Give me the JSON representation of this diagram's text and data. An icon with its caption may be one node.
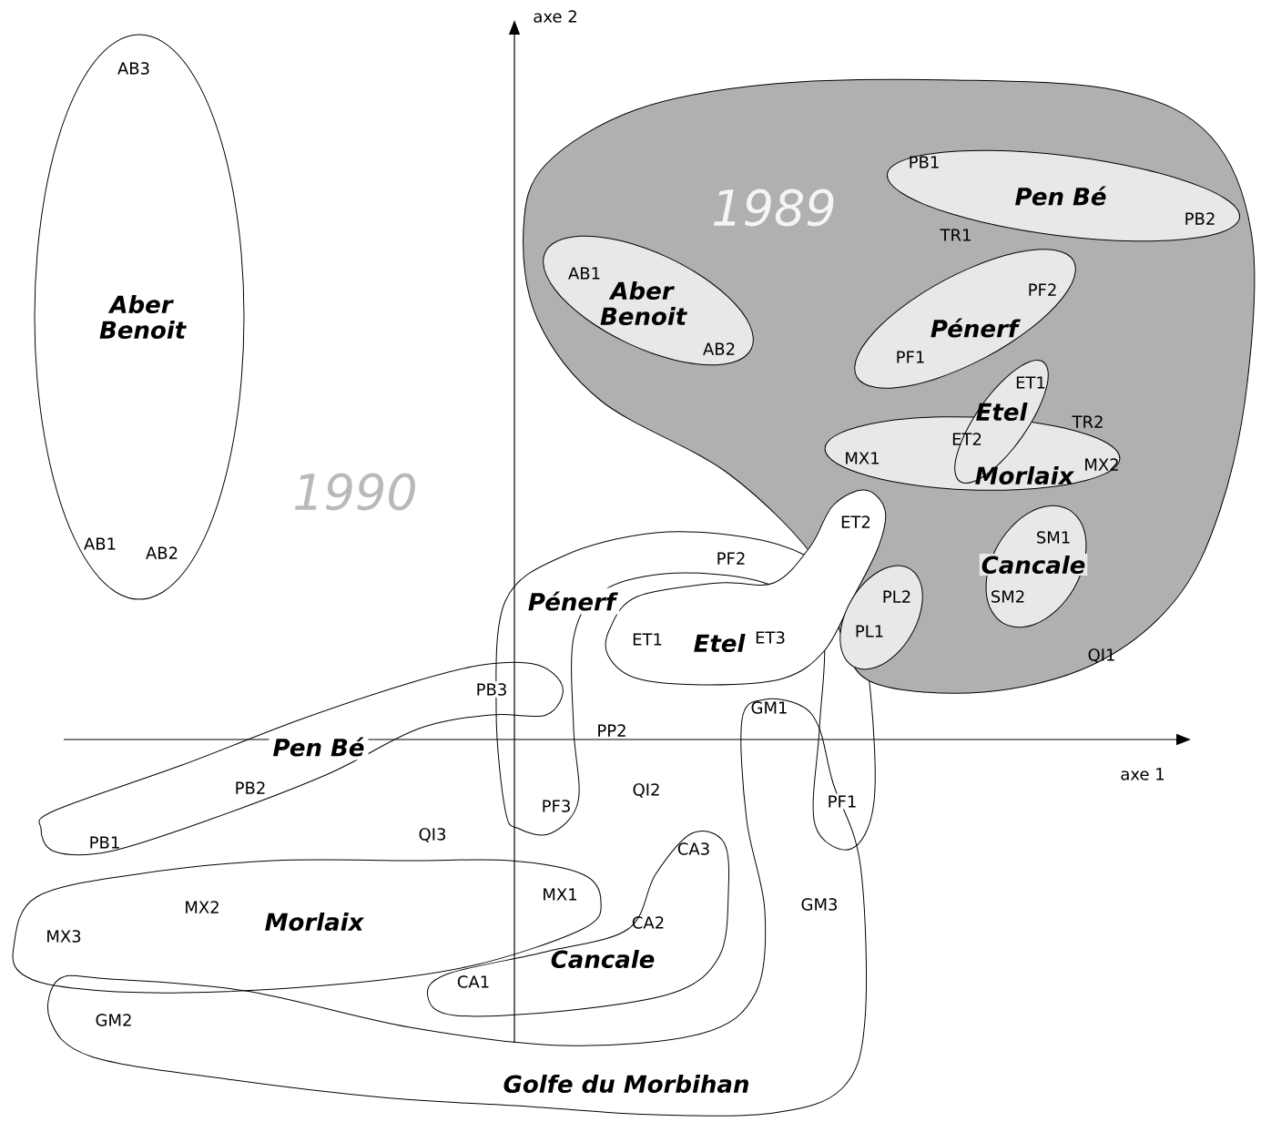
{
  "diagram": {
    "nodes": [
      {
        "text": [
          "1989",
          "TR1",
          "TR2",
          "QI1"
        ]
      },
      {
        "text": [
          "PB1",
          "Pen Bé",
          "PB2"
        ],
        "in": 0
      },
      {
        "text": [
          "AB1",
          "Aber Benoit",
          "AB2"
        ],
        "in": 0
      },
      {
        "text": [
          "PF2",
          "Pénerf",
          "PF1"
        ],
        "in": 0
      },
      {
        "text": [
          "ET1",
          "Etel",
          "ET2"
        ],
        "in": 0
      },
      {
        "text": [
          "MX1",
          "MX2",
          "Morlaix"
        ],
        "in": 0
      },
      {
        "text": [
          "SM1",
          "Cancale",
          "SM2"
        ],
        "in": 0
      },
      {
        "text": [
          "PL2",
          "PL1"
        ],
        "in": 0
      },
      {
        "text": [
          "AB3",
          "Aber Benoit",
          "AB1",
          "AB2"
        ]
      },
      {
        "text": [
          "PF2",
          "Pénerf",
          "PF3",
          "PF1"
        ]
      },
      {
        "text": [
          "ET2",
          "ET1",
          "Etel",
          "ET3"
        ]
      },
      {
        "text": [
          "PB3",
          "Pen Bé",
          "PB2",
          "PB1"
        ]
      },
      {
        "text": [
          "MX1",
          "MX2",
          "Morlaix",
          "MX3"
        ]
      },
      {
        "text": [
          "CA3",
          "CA2",
          "Cancale",
          "CA1"
        ]
      },
      {
        "text": [
          "GM1",
          "GM3",
          "GM2",
          "Golfe du Morbihan"
        ]
      }
    ],
    "labels": [
      "axe 2",
      "1990",
      "PP2",
      "QI2",
      "QI3",
      "axe 1"
    ]
  }
}
